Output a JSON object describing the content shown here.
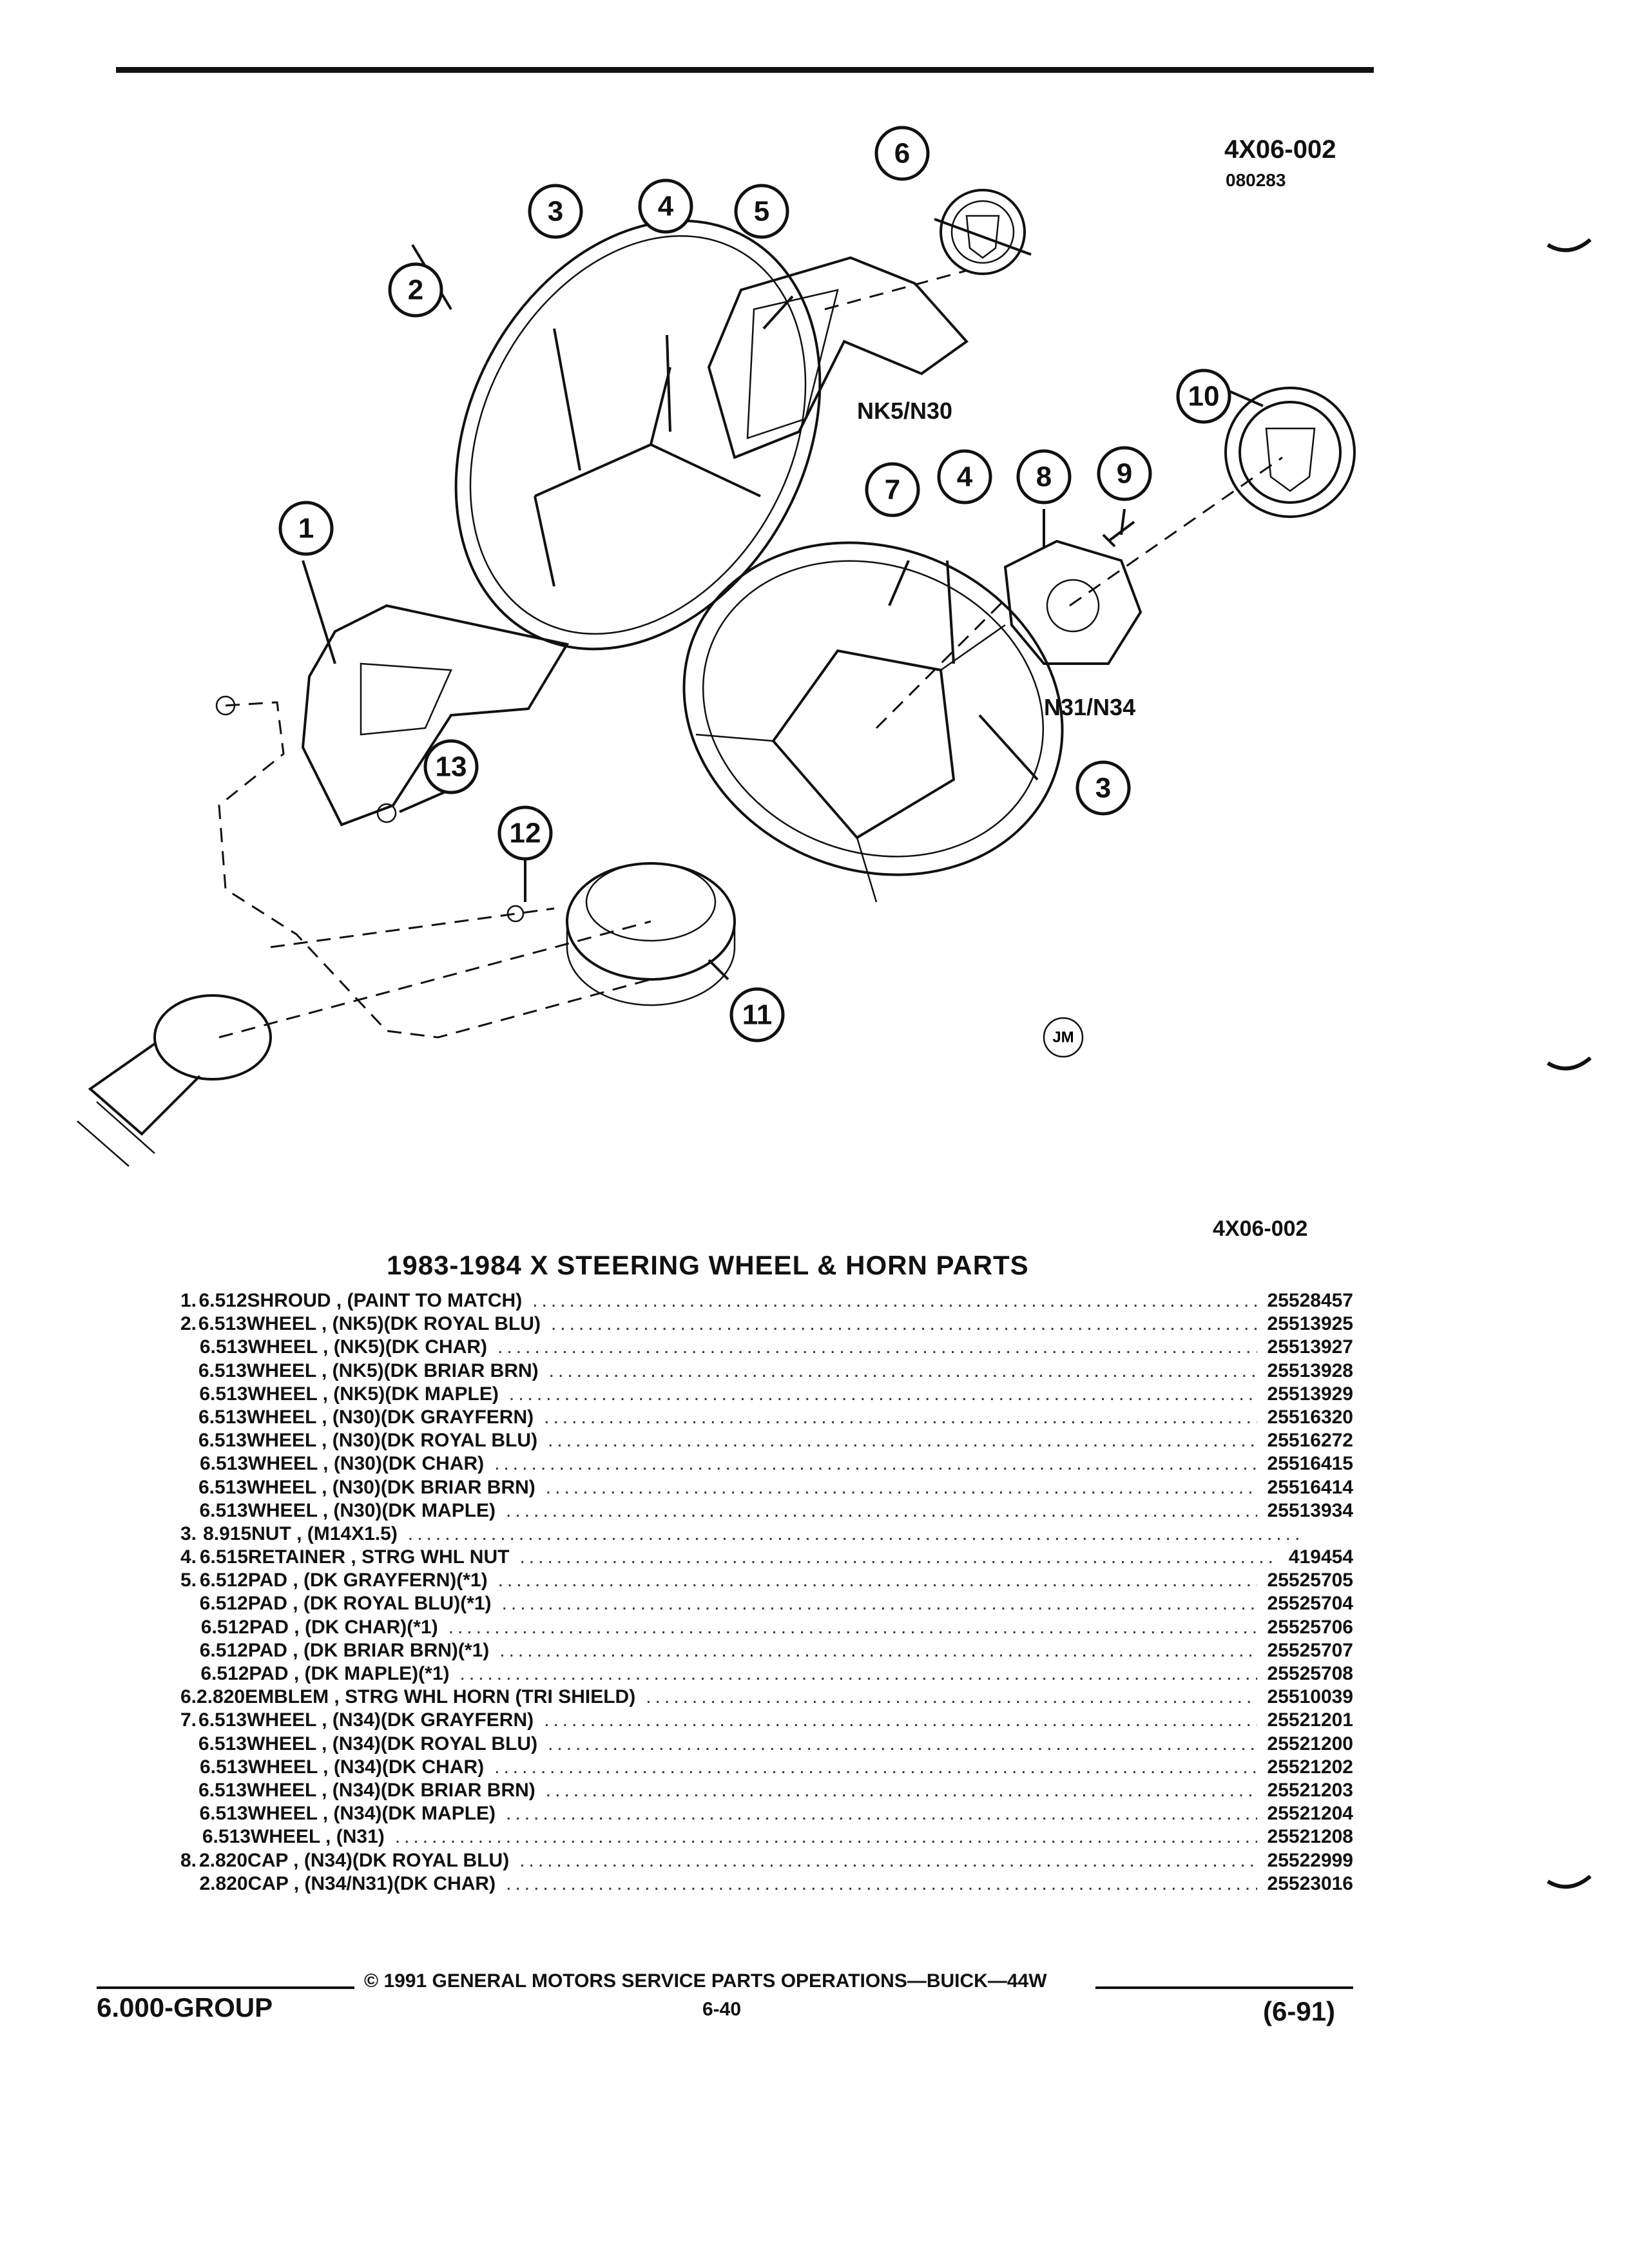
{
  "figure": {
    "code": "4X06-002",
    "date_code": "080283",
    "code_bottom": "4X06-002",
    "variant_labels": [
      "NK5/N30",
      "N31/N34"
    ],
    "artist_mark": "JM",
    "callouts": [
      "1",
      "2",
      "3",
      "4",
      "5",
      "6",
      "7",
      "4",
      "8",
      "9",
      "10",
      "3",
      "11",
      "12",
      "13"
    ]
  },
  "parts": {
    "title": "1983-1984 X STEERING WHEEL & HORN PARTS",
    "rows": [
      {
        "num": "1.",
        "code": "6.512",
        "desc": "SHROUD , (PAINT TO MATCH)",
        "pn": "25528457"
      },
      {
        "num": "2.",
        "code": "6.513",
        "desc": "WHEEL , (NK5)(DK ROYAL BLU)",
        "pn": "25513925"
      },
      {
        "num": "",
        "code": "6.513",
        "desc": "WHEEL , (NK5)(DK CHAR)",
        "pn": "25513927"
      },
      {
        "num": "",
        "code": "6.513",
        "desc": "WHEEL , (NK5)(DK BRIAR BRN)",
        "pn": "25513928"
      },
      {
        "num": "",
        "code": "6.513",
        "desc": "WHEEL , (NK5)(DK MAPLE)",
        "pn": "25513929"
      },
      {
        "num": "",
        "code": "6.513",
        "desc": "WHEEL , (N30)(DK GRAYFERN)",
        "pn": "25516320"
      },
      {
        "num": "",
        "code": "6.513",
        "desc": "WHEEL , (N30)(DK ROYAL BLU)",
        "pn": "25516272"
      },
      {
        "num": "",
        "code": "6.513",
        "desc": "WHEEL , (N30)(DK CHAR)",
        "pn": "25516415"
      },
      {
        "num": "",
        "code": "6.513",
        "desc": "WHEEL , (N30)(DK BRIAR BRN)",
        "pn": "25516414"
      },
      {
        "num": "",
        "code": "6.513",
        "desc": "WHEEL , (N30)(DK MAPLE)",
        "pn": "25513934"
      },
      {
        "num": "3.",
        "code": "8.915",
        "desc": "NUT , (M14X1.5)",
        "pn": ""
      },
      {
        "num": "4.",
        "code": "6.515",
        "desc": "RETAINER , STRG WHL NUT",
        "pn": "419454"
      },
      {
        "num": "5.",
        "code": "6.512",
        "desc": "PAD , (DK GRAYFERN)(*1)",
        "pn": "25525705"
      },
      {
        "num": "",
        "code": "6.512",
        "desc": "PAD , (DK ROYAL BLU)(*1)",
        "pn": "25525704"
      },
      {
        "num": "",
        "code": "6.512",
        "desc": "PAD , (DK CHAR)(*1)",
        "pn": "25525706"
      },
      {
        "num": "",
        "code": "6.512",
        "desc": "PAD , (DK BRIAR BRN)(*1)",
        "pn": "25525707"
      },
      {
        "num": "",
        "code": "6.512",
        "desc": "PAD , (DK MAPLE)(*1)",
        "pn": "25525708"
      },
      {
        "num": "6.",
        "code": "2.820",
        "desc": "EMBLEM , STRG WHL HORN (TRI SHIELD)",
        "pn": "25510039"
      },
      {
        "num": "7.",
        "code": "6.513",
        "desc": "WHEEL , (N34)(DK GRAYFERN)",
        "pn": "25521201"
      },
      {
        "num": "",
        "code": "6.513",
        "desc": "WHEEL , (N34)(DK ROYAL BLU)",
        "pn": "25521200"
      },
      {
        "num": "",
        "code": "6.513",
        "desc": "WHEEL , (N34)(DK CHAR)",
        "pn": "25521202"
      },
      {
        "num": "",
        "code": "6.513",
        "desc": "WHEEL , (N34)(DK BRIAR BRN)",
        "pn": "25521203"
      },
      {
        "num": "",
        "code": "6.513",
        "desc": "WHEEL , (N34)(DK MAPLE)",
        "pn": "25521204"
      },
      {
        "num": "",
        "code": "6.513",
        "desc": "WHEEL , (N31)",
        "pn": "25521208"
      },
      {
        "num": "8.",
        "code": "2.820",
        "desc": "CAP , (N34)(DK ROYAL BLU)",
        "pn": "25522999"
      },
      {
        "num": "",
        "code": "2.820",
        "desc": "CAP , (N34/N31)(DK CHAR)",
        "pn": "25523016"
      }
    ]
  },
  "footer": {
    "copyright": "© 1991 GENERAL MOTORS SERVICE PARTS OPERATIONS—BUICK—44W",
    "group": "6.000-GROUP",
    "page": "6-40",
    "date": "(6-91)"
  }
}
